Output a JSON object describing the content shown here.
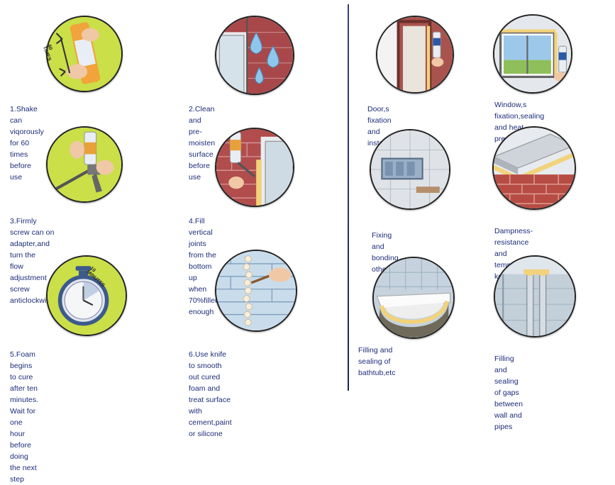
{
  "steps": [
    {
      "caption": "1.Shake can viqorously for 60 times before use",
      "badge": "60 TIMES",
      "icon": "shaking-can-icon"
    },
    {
      "caption": "2.Clean and pre-moisten surface before use",
      "icon": "water-drops-icon"
    },
    {
      "caption": "3.Firmly screw can on adapter,and turn the\nflow adjustment screw anticlockwise",
      "icon": "foam-gun-icon"
    },
    {
      "caption": "4.Fill vertical joints from the bottom up\nwhen 70%filled enough",
      "icon": "filling-joint-icon"
    },
    {
      "caption": "5.Foam begins to cure after ten minutes.\nWait for one hour before doing the next step",
      "badge": "10 MINUTES",
      "icon": "stopwatch-icon"
    },
    {
      "caption": "6.Use knife to smooth out cured foam and\ntreat surface with cement,paint or silicone",
      "icon": "knife-trim-icon"
    }
  ],
  "applications": [
    {
      "caption": "Door,s fixation and installation",
      "icon": "door-frame-icon"
    },
    {
      "caption": "Window,s fixation,sealing\nand heat preservation",
      "icon": "window-icon"
    },
    {
      "caption": "Fixing and bonding others",
      "icon": "wall-box-icon"
    },
    {
      "caption": "Dampness-resistance and\ntemperature keeping",
      "icon": "brick-wall-icon"
    },
    {
      "caption": "Filling and sealing of bathtub,etc",
      "icon": "bathtub-icon"
    },
    {
      "caption": "Filling and sealing of gaps\nbetween wall and pipes",
      "icon": "pipes-icon"
    }
  ],
  "colors": {
    "caption": "#1b2b78",
    "divider": "#2a2f6a",
    "foam": "#f2d27a",
    "circle_green": "#c9de4a"
  }
}
